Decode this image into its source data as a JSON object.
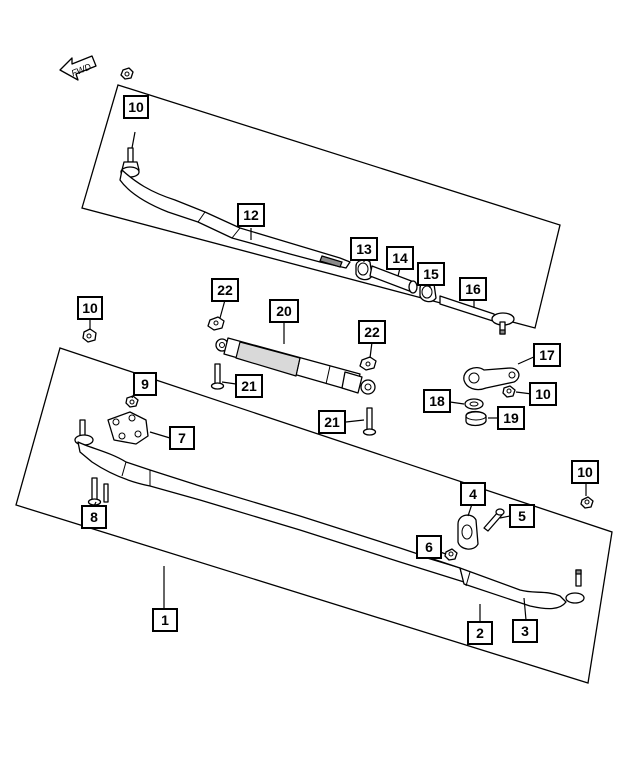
{
  "direction_arrow": {
    "label": "FWD"
  },
  "callouts": [
    {
      "id": "c10a",
      "label": "10"
    },
    {
      "id": "c12",
      "label": "12"
    },
    {
      "id": "c13",
      "label": "13"
    },
    {
      "id": "c14",
      "label": "14"
    },
    {
      "id": "c15",
      "label": "15"
    },
    {
      "id": "c16",
      "label": "16"
    },
    {
      "id": "c22a",
      "label": "22"
    },
    {
      "id": "c20",
      "label": "20"
    },
    {
      "id": "c22b",
      "label": "22"
    },
    {
      "id": "c10b",
      "label": "10"
    },
    {
      "id": "c17",
      "label": "17"
    },
    {
      "id": "c9",
      "label": "9"
    },
    {
      "id": "c21a",
      "label": "21"
    },
    {
      "id": "c18",
      "label": "18"
    },
    {
      "id": "c10c",
      "label": "10"
    },
    {
      "id": "c19",
      "label": "19"
    },
    {
      "id": "c7",
      "label": "7"
    },
    {
      "id": "c21b",
      "label": "21"
    },
    {
      "id": "c10d",
      "label": "10"
    },
    {
      "id": "c4",
      "label": "4"
    },
    {
      "id": "c8",
      "label": "8"
    },
    {
      "id": "c5",
      "label": "5"
    },
    {
      "id": "c6",
      "label": "6"
    },
    {
      "id": "c1",
      "label": "1"
    },
    {
      "id": "c2",
      "label": "2"
    },
    {
      "id": "c3",
      "label": "3"
    }
  ]
}
